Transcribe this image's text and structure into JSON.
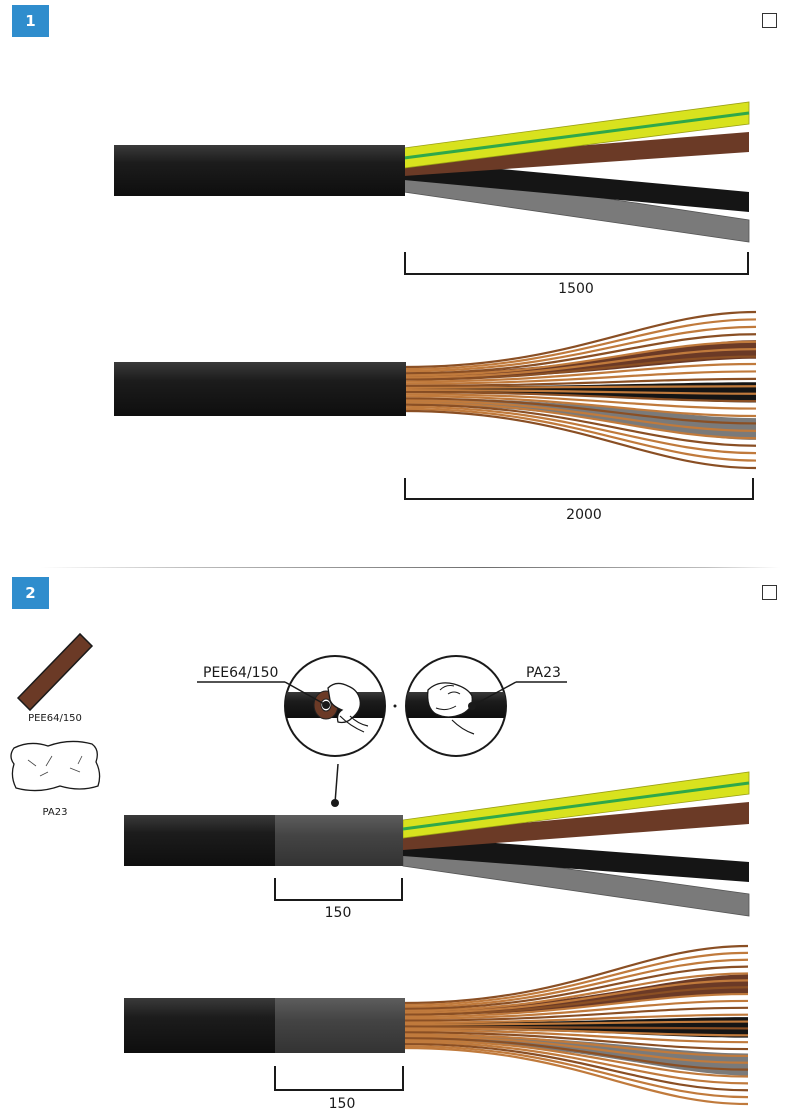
{
  "steps": [
    {
      "number": "1",
      "checkbox_checked": false
    },
    {
      "number": "2",
      "checkbox_checked": false
    }
  ],
  "step1": {
    "dimension_top": "1500",
    "dimension_bottom": "2000"
  },
  "step2": {
    "materials": [
      {
        "label": "PEE64/150",
        "icon": "brown-tape-strip-icon"
      },
      {
        "label": "PA23",
        "icon": "cleaning-wipe-icon"
      }
    ],
    "callout_left": "PEE64/150",
    "callout_right": "PA23",
    "dimension_top": "150",
    "dimension_bottom": "150"
  },
  "colors": {
    "badge": "#2f8dcd",
    "sheath": "#1e1e1e",
    "wrapped_sleeve": "#4a4a4a",
    "wire_green_yellow": "#d8e21e",
    "wire_brown": "#6b3a26",
    "wire_black": "#151515",
    "wire_grey": "#7a7a7a",
    "strand_copper": "#b87333"
  }
}
